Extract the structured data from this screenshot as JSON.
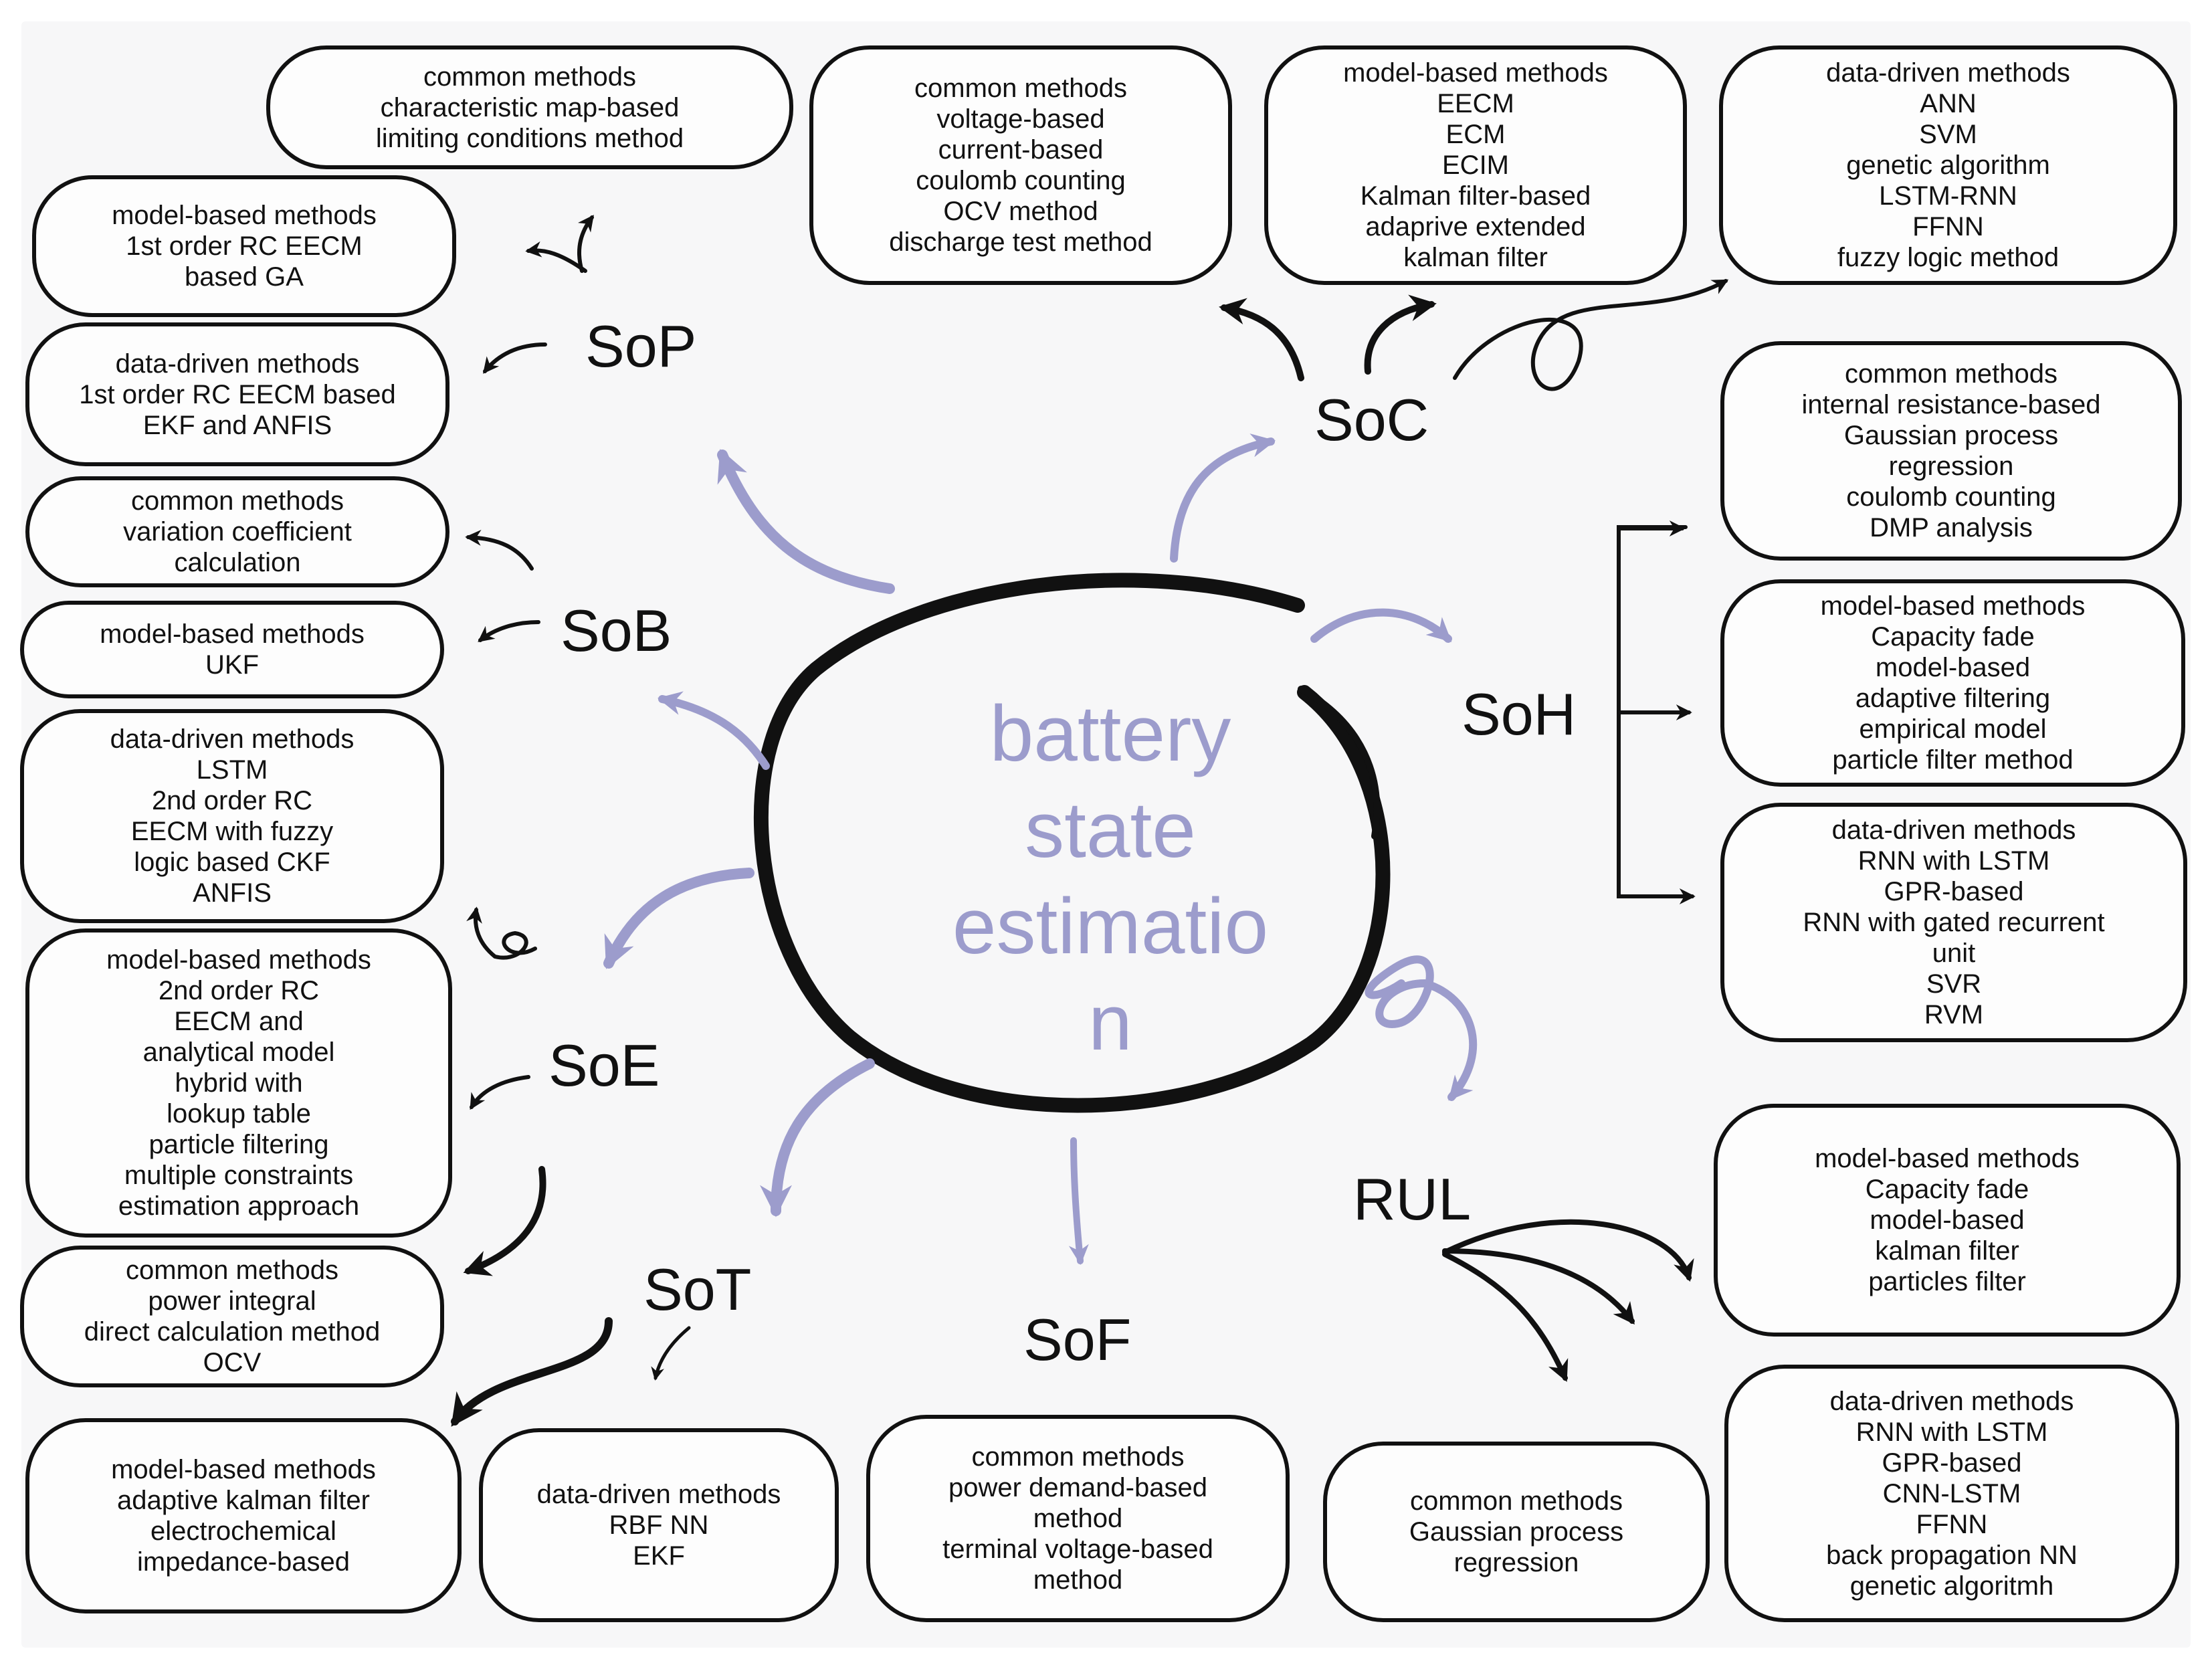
{
  "colors": {
    "accent_arrow": "#9c9ccc",
    "ink": "#111111",
    "center_text": "#9c9ccc"
  },
  "center": {
    "lines": [
      "battery",
      "state",
      "estimatio",
      "n"
    ]
  },
  "states": {
    "soc": "SoC",
    "soh": "SoH",
    "rul": "RUL",
    "sof": "SoF",
    "sot": "SoT",
    "soe": "SoE",
    "sob": "SoB",
    "sop": "SoP"
  },
  "boxes": {
    "sop_common": {
      "lines": [
        "common methods",
        "characteristic map-based",
        "limiting conditions method"
      ]
    },
    "sop_model": {
      "lines": [
        "model-based methods",
        "1st order RC EECM",
        "based GA"
      ]
    },
    "sop_data": {
      "lines": [
        "data-driven methods",
        "1st order RC EECM based",
        "EKF and ANFIS"
      ]
    },
    "sob_common": {
      "lines": [
        "common methods",
        "variation coefficient",
        "calculation"
      ]
    },
    "sob_model": {
      "lines": [
        "model-based methods",
        "UKF"
      ]
    },
    "sob_data": {
      "lines": [
        "data-driven methods",
        "LSTM",
        "2nd order RC",
        "EECM with fuzzy",
        "logic based CKF",
        "ANFIS"
      ]
    },
    "soe_model": {
      "lines": [
        "model-based methods",
        "2nd order RC",
        "EECM and",
        "analytical model",
        "hybrid with",
        "lookup table",
        "particle filtering",
        "multiple constraints",
        "estimation approach"
      ]
    },
    "soe_common": {
      "lines": [
        "common methods",
        "power integral",
        "direct calculation method",
        "OCV"
      ]
    },
    "sot_model": {
      "lines": [
        "model-based methods",
        "adaptive kalman filter",
        "electrochemical",
        "impedance-based"
      ]
    },
    "sot_data": {
      "lines": [
        "data-driven methods",
        "RBF NN",
        "EKF"
      ]
    },
    "sof_common": {
      "lines": [
        "common methods",
        "power demand-based",
        "method",
        "terminal voltage-based",
        "method"
      ]
    },
    "rul_common": {
      "lines": [
        "common methods",
        "Gaussian process",
        "regression"
      ]
    },
    "rul_data": {
      "lines": [
        "data-driven methods",
        "RNN with LSTM",
        "GPR-based",
        "CNN-LSTM",
        "FFNN",
        "back propagation NN",
        "genetic algoritmh"
      ]
    },
    "rul_model": {
      "lines": [
        "model-based methods",
        "Capacity fade",
        "model-based",
        "kalman filter",
        "particles filter"
      ]
    },
    "soc_common": {
      "lines": [
        "common methods",
        "voltage-based",
        "current-based",
        "coulomb counting",
        "OCV method",
        "discharge test method"
      ]
    },
    "soc_model": {
      "lines": [
        "model-based methods",
        "EECM",
        "ECM",
        "ECIM",
        "Kalman filter-based",
        "adaprive extended",
        "kalman filter"
      ]
    },
    "soc_data": {
      "lines": [
        "data-driven methods",
        "ANN",
        "SVM",
        "genetic algorithm",
        "LSTM-RNN",
        "FFNN",
        "fuzzy logic method"
      ]
    },
    "soh_common": {
      "lines": [
        "common methods",
        "internal resistance-based",
        "Gaussian process",
        "regression",
        "coulomb counting",
        "DMP analysis"
      ]
    },
    "soh_model": {
      "lines": [
        "model-based methods",
        "Capacity fade",
        "model-based",
        "adaptive filtering",
        "empirical model",
        "particle filter method"
      ]
    },
    "soh_data": {
      "lines": [
        "data-driven methods",
        "RNN with LSTM",
        "GPR-based",
        "RNN with gated recurrent",
        "unit",
        "SVR",
        "RVM"
      ]
    }
  }
}
